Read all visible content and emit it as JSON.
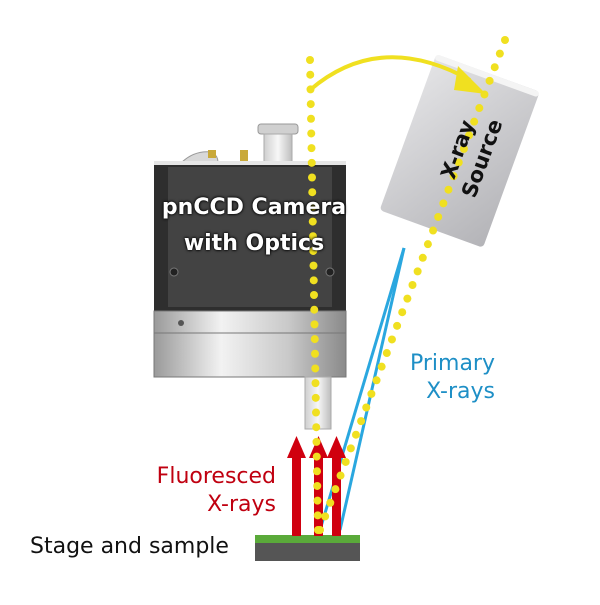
{
  "diagram": {
    "title": "pnCCD camera with optics X-ray fluorescence setup",
    "components": {
      "camera": {
        "label_line1": "pnCCD Camera",
        "label_line2": "with Optics"
      },
      "source": {
        "label_line1": "X-ray",
        "label_line2": "Source"
      },
      "stage": {
        "label": "Stage and sample"
      }
    },
    "beams": {
      "primary": {
        "label_line1": "Primary",
        "label_line2": "X-rays",
        "color": "#2aa7df"
      },
      "fluoresced": {
        "label_line1": "Fluoresced",
        "label_line2": "X-rays",
        "color": "#d0000f"
      },
      "optical_axis": {
        "style": "dotted",
        "color": "#f0e020"
      }
    },
    "colors": {
      "camera_body": "#3a3a3a",
      "source_body": "#c8c8cc",
      "stage_top": "#5aaa3a",
      "stage_base": "#555555",
      "arrow": "#f0e020"
    }
  }
}
